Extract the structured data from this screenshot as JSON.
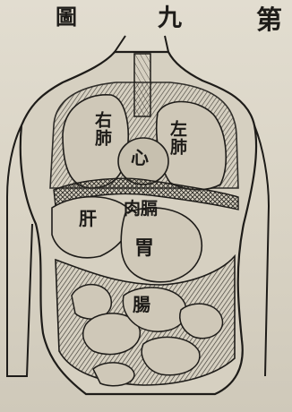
{
  "title": {
    "char1": "第",
    "char2": "九",
    "char3": "圖"
  },
  "labels": {
    "right_lung": "右肺",
    "left_lung": "左肺",
    "heart": "心",
    "liver": "肝",
    "diaphragm": "肉膈",
    "stomach": "胃",
    "intestine": "腸"
  },
  "colors": {
    "paper": "#ddd8ca",
    "ink": "#1e1c19",
    "organ_shade": "#5a564d"
  }
}
